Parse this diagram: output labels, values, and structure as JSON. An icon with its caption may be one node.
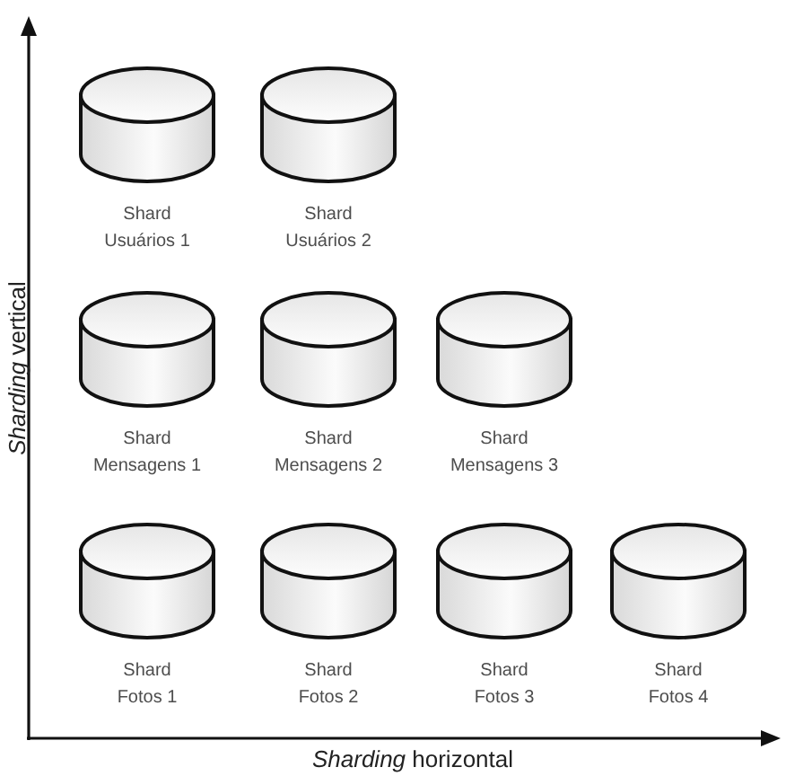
{
  "diagram": {
    "nodes": [
      {
        "text": [
          "Shard Usuários 1"
        ]
      },
      {
        "text": [
          "Shard Usuários 2"
        ]
      },
      {
        "text": [
          "Shard Mensagens 1"
        ]
      },
      {
        "text": [
          "Shard Mensagens 2"
        ]
      },
      {
        "text": [
          "Shard Mensagens 3"
        ]
      },
      {
        "text": [
          "Shard Fotos 1"
        ]
      },
      {
        "text": [
          "Shard Fotos 2"
        ]
      },
      {
        "text": [
          "Shard Fotos 3"
        ]
      },
      {
        "text": [
          "Shard Fotos 4"
        ]
      }
    ],
    "labels": [
      "*Sharding* vertical",
      "*Sharding* horizontal"
    ]
  }
}
